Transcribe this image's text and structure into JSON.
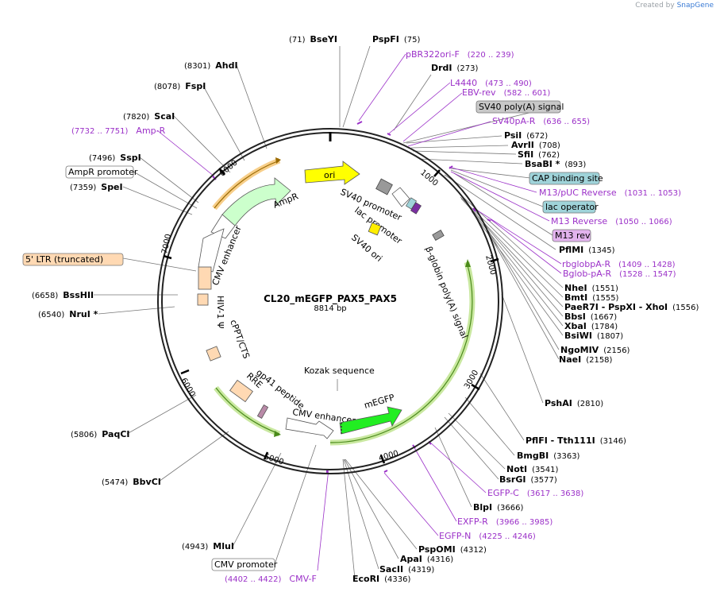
{
  "credit": {
    "prefix": "Created by",
    "brand": "SnapGene"
  },
  "plasmid": {
    "name": "CL20_mEGFP_PAX5_PAX5",
    "length_label": "8814 bp",
    "length": 8814
  },
  "ticks": [
    "1000",
    "2000",
    "3000",
    "4000",
    "5000",
    "6000",
    "7000",
    "8000"
  ],
  "enzymes": [
    {
      "name": "BseYI",
      "pos": "(71)"
    },
    {
      "name": "PspFI",
      "pos": "(75)"
    },
    {
      "name": "DrdI",
      "pos": "(273)"
    },
    {
      "name": "PsiI",
      "pos": "(672)"
    },
    {
      "name": "AvrII",
      "pos": "(708)"
    },
    {
      "name": "SfiI",
      "pos": "(762)"
    },
    {
      "name": "BsaBI *",
      "pos": "(893)"
    },
    {
      "name": "PflMI",
      "pos": "(1345)"
    },
    {
      "name": "NheI",
      "pos": "(1551)"
    },
    {
      "name": "BmtI",
      "pos": "(1555)"
    },
    {
      "name": "PaeR7I  - PspXI  - XhoI",
      "pos": "(1556)"
    },
    {
      "name": "BbsI",
      "pos": "(1667)"
    },
    {
      "name": "XbaI",
      "pos": "(1784)"
    },
    {
      "name": "BsiWI",
      "pos": "(1807)"
    },
    {
      "name": "NgoMIV",
      "pos": "(2156)"
    },
    {
      "name": "NaeI",
      "pos": "(2158)"
    },
    {
      "name": "PshAI",
      "pos": "(2810)"
    },
    {
      "name": "PflFI  - Tth111I",
      "pos": "(3146)"
    },
    {
      "name": "BmgBI",
      "pos": "(3363)"
    },
    {
      "name": "NotI",
      "pos": "(3541)"
    },
    {
      "name": "BsrGI",
      "pos": "(3577)"
    },
    {
      "name": "BlpI",
      "pos": "(3666)"
    },
    {
      "name": "PspOMI",
      "pos": "(4312)"
    },
    {
      "name": "ApaI",
      "pos": "(4316)"
    },
    {
      "name": "SacII",
      "pos": "(4319)"
    },
    {
      "name": "EcoRI",
      "pos": "(4336)"
    },
    {
      "name": "MluI",
      "pos": "(4943)"
    },
    {
      "name": "BbvCI",
      "pos": "(5474)"
    },
    {
      "name": "PaqCI",
      "pos": "(5806)"
    },
    {
      "name": "NruI *",
      "pos": "(6540)"
    },
    {
      "name": "BssHII",
      "pos": "(6658)"
    },
    {
      "name": "SpeI",
      "pos": "(7359)"
    },
    {
      "name": "SspI",
      "pos": "(7496)"
    },
    {
      "name": "ScaI",
      "pos": "(7820)"
    },
    {
      "name": "FspI",
      "pos": "(8078)"
    },
    {
      "name": "AhdI",
      "pos": "(8301)"
    }
  ],
  "primers": [
    {
      "name": "pBR322ori-F",
      "pos": "(220 .. 239)"
    },
    {
      "name": "L4440",
      "pos": "(473 .. 490)"
    },
    {
      "name": "EBV-rev",
      "pos": "(582 .. 601)"
    },
    {
      "name": "SV40pA-R",
      "pos": "(636 .. 655)"
    },
    {
      "name": "M13/pUC Reverse",
      "pos": "(1031 .. 1053)"
    },
    {
      "name": "M13 Reverse",
      "pos": "(1050 .. 1066)"
    },
    {
      "name": "rbglobpA-R",
      "pos": "(1409 .. 1428)"
    },
    {
      "name": "Bglob-pA-R",
      "pos": "(1528 .. 1547)"
    },
    {
      "name": "EGFP-C",
      "pos": "(3617 .. 3638)"
    },
    {
      "name": "EXFP-R",
      "pos": "(3966 .. 3985)"
    },
    {
      "name": "EGFP-N",
      "pos": "(4225 .. 4246)"
    },
    {
      "name": "CMV-F",
      "pos": "(4402 .. 4422)"
    },
    {
      "name": "Amp-R",
      "pos": "(7732 .. 7751)"
    }
  ],
  "boxed_labels": [
    {
      "name": "SV40 poly(A) signal",
      "color": "#c8c8c8"
    },
    {
      "name": "CAP binding site",
      "color": "#9fd3d9"
    },
    {
      "name": "lac operator",
      "color": "#9fd3d9"
    },
    {
      "name": "M13 rev",
      "color": "#e2b3ee"
    },
    {
      "name": "AmpR promoter",
      "color": "#ffffff"
    },
    {
      "name": "5' LTR (truncated)",
      "color": "#ffd9b3"
    },
    {
      "name": "CMV promoter",
      "color": "#ffffff"
    }
  ],
  "features": {
    "ori": "ori",
    "ampr": "AmpR",
    "sv40_promoter": "SV40 promoter",
    "lac_promoter": "lac promoter",
    "sv40_ori": "SV40 ori",
    "bglobin": "β-globin poly(A) signal",
    "cmv_enhancer_left": "CMV enhancer",
    "hiv_psi": "HIV-1 Ψ",
    "cppt": "cPPT/CTS",
    "rre": "RRE",
    "gp41": "gp41 peptide",
    "cmv_enhancer_bottom": "CMV enhancer",
    "kozak": "Kozak sequence",
    "megfp": "mEGFP"
  },
  "colors": {
    "ori": "#ffff00",
    "ampr": "#ccffcc",
    "megfp": "#22ee22",
    "ltr": "#ffd9b3",
    "primer": "#9b30c8",
    "highlight": "#c9e8a0",
    "ampr_highlight": "#f5c26b",
    "backbone": "#222222"
  }
}
